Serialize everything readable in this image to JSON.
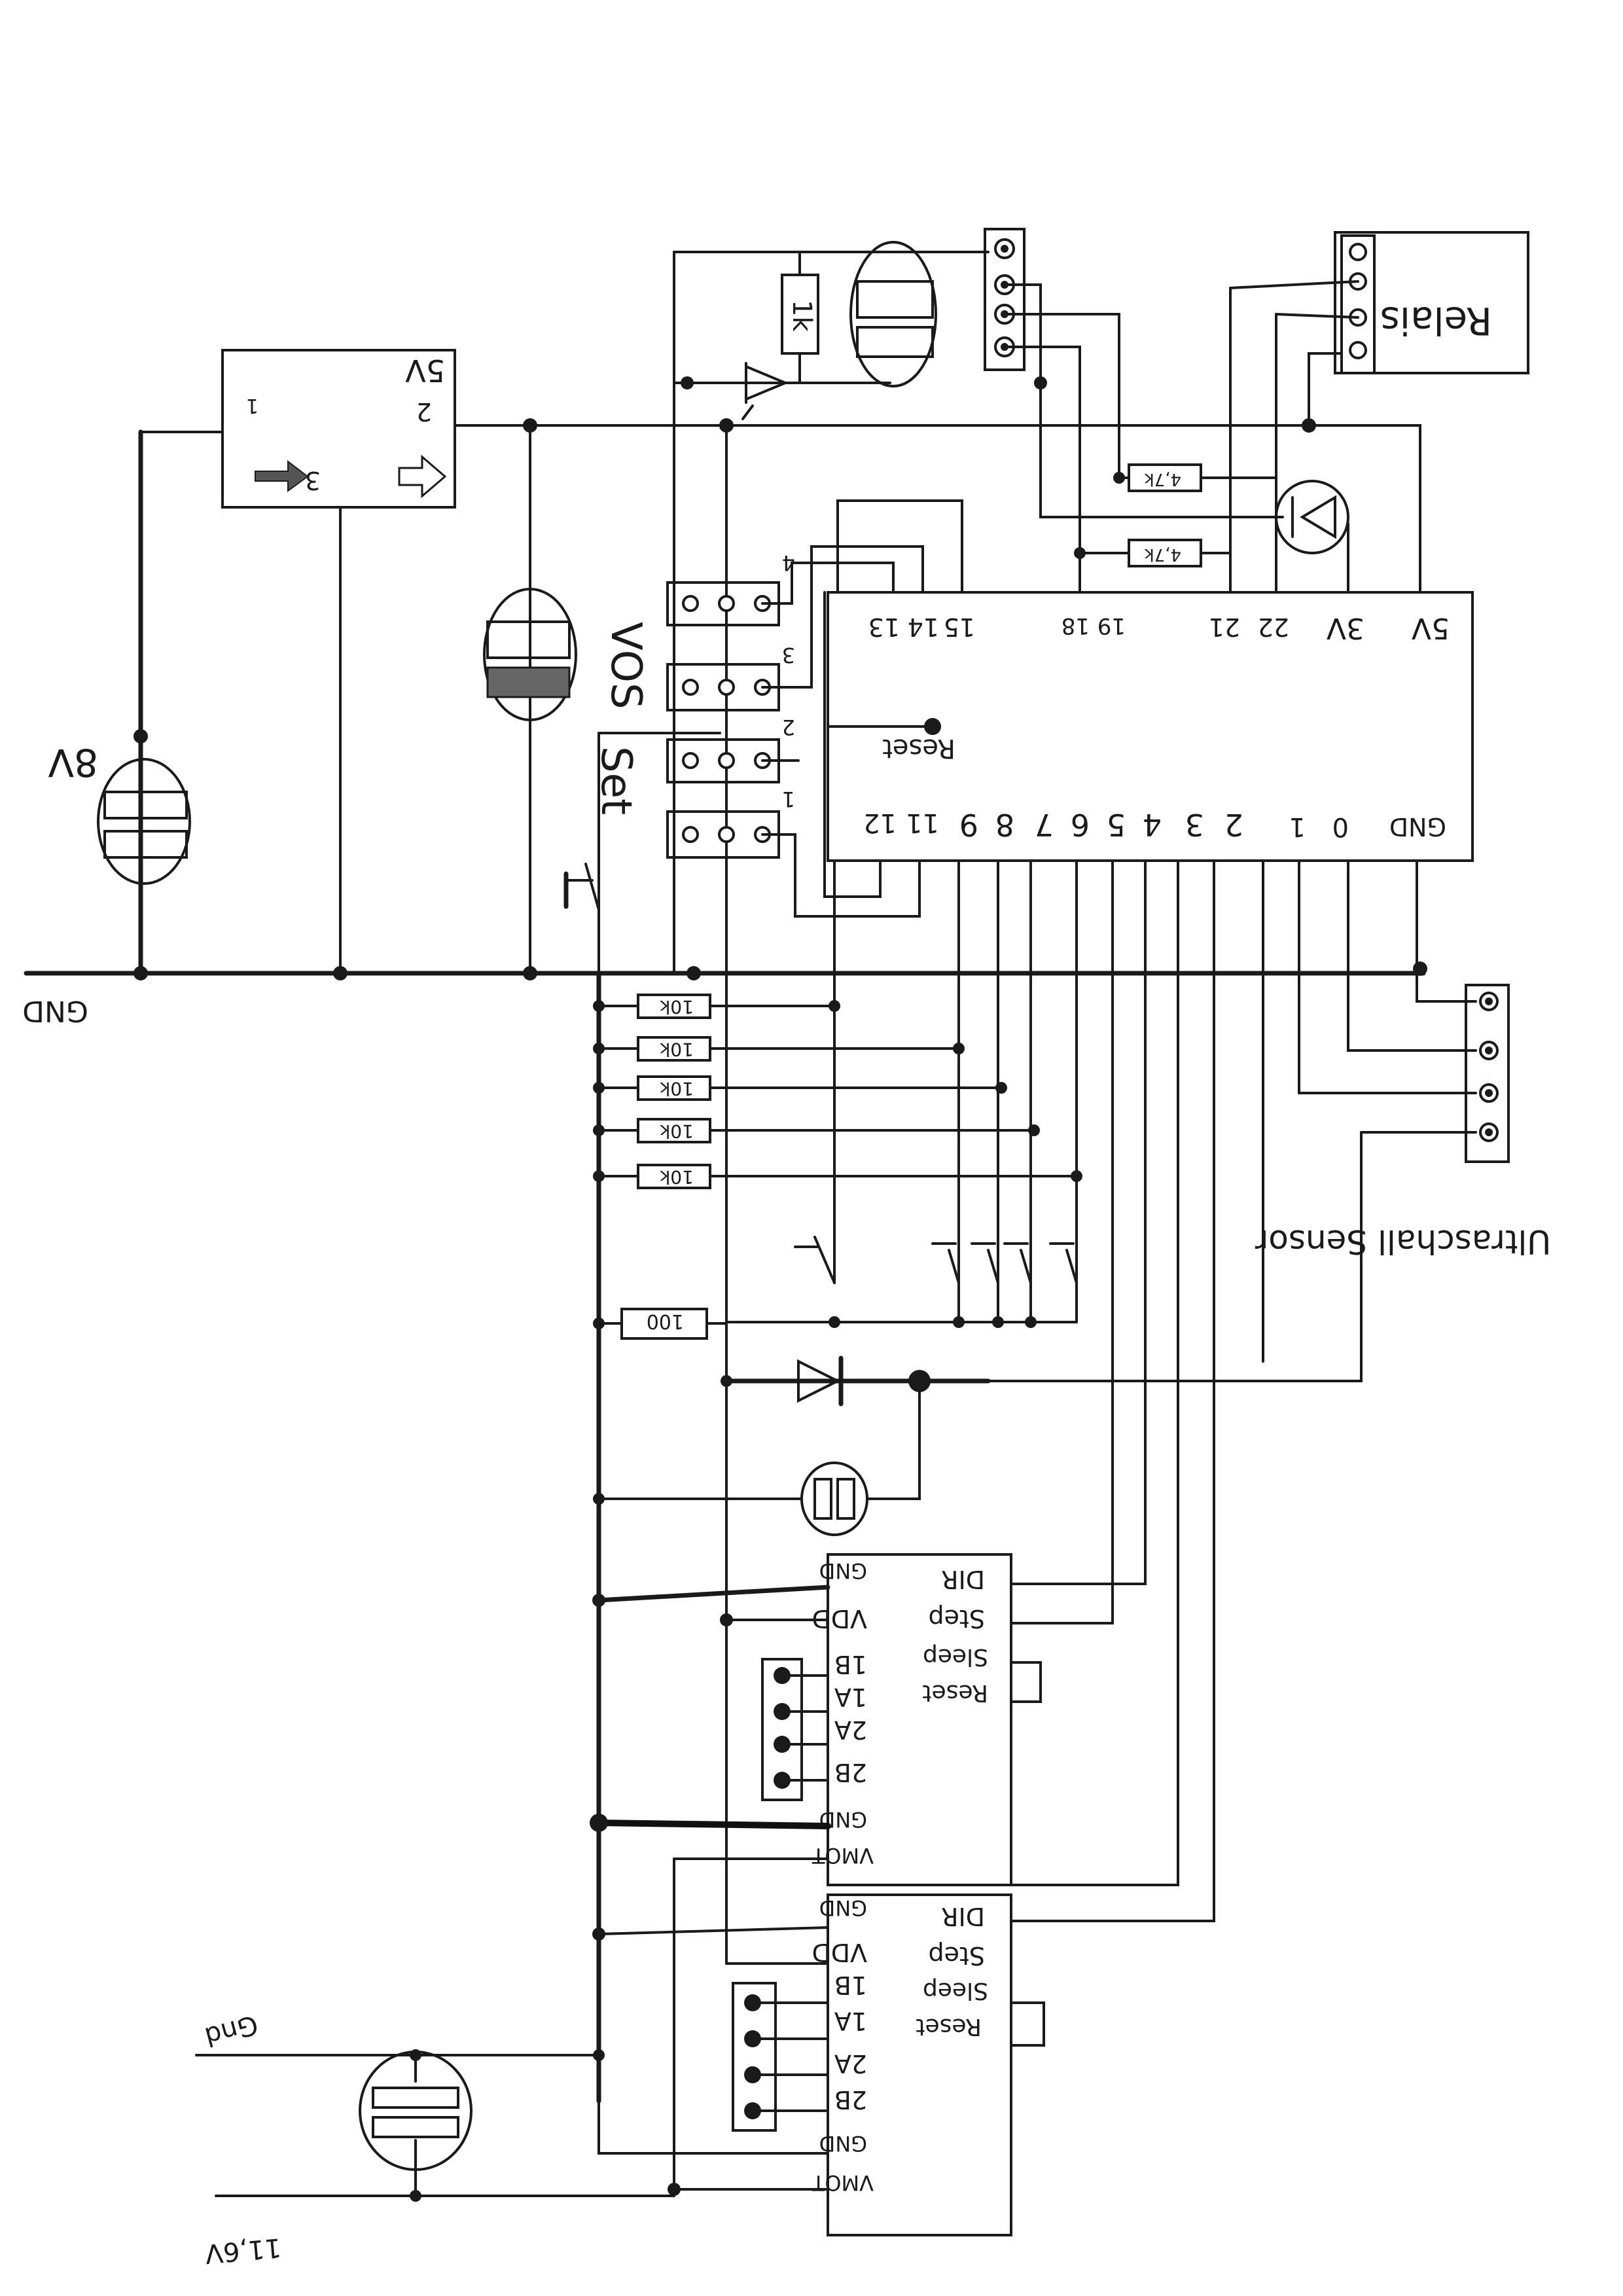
{
  "regulator": {
    "pin1": "1",
    "pin2": "2",
    "pin3": "3",
    "out": "5V"
  },
  "power": {
    "in_8v": "8V",
    "gnd_rail": "GND",
    "motor_gnd": "Gnd",
    "motor_vin": "11,6V"
  },
  "relay": {
    "label": "Relais"
  },
  "resistors": {
    "r_1k": "1k",
    "r_47k_a": "4,7k",
    "r_47k_b": "4,7k",
    "r_10k": [
      "10k",
      "10k",
      "10k",
      "10k",
      "10k"
    ],
    "r_100": "100"
  },
  "headers": {
    "group_vos": "VOS",
    "group_set": "Set",
    "nums": [
      "1",
      "2",
      "3",
      "4"
    ]
  },
  "mcu": {
    "top_pins": [
      "5V",
      "3V",
      "22",
      "21",
      "19",
      "18",
      "15",
      "14",
      "13"
    ],
    "reset": "Reset",
    "bottom_pins": [
      "GND",
      "0",
      "1",
      "2",
      "3",
      "4",
      "5",
      "6",
      "7",
      "8",
      "9",
      "11",
      "12"
    ]
  },
  "sensor": {
    "label": "Ultraschall Sensor"
  },
  "driver1": {
    "right_pins": [
      "DIR",
      "Step",
      "Sleep",
      "Reset"
    ],
    "left_pins": [
      "GND",
      "VDD",
      "1B",
      "1A",
      "2A",
      "2B",
      "GND",
      "VMOT"
    ]
  },
  "driver2": {
    "right_pins": [
      "DIR",
      "Step",
      "Sleep",
      "Reset"
    ],
    "left_pins": [
      "GND",
      "VDD",
      "1B",
      "1A",
      "2A",
      "2B",
      "GND",
      "VMOT"
    ]
  }
}
